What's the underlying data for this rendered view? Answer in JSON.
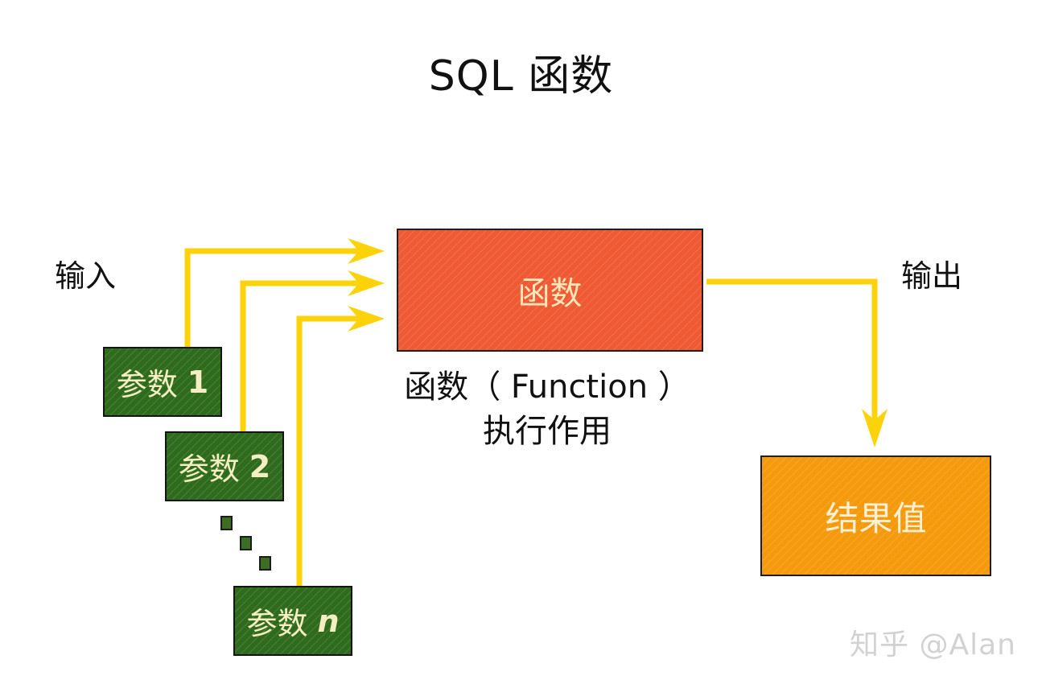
{
  "title": "SQL 函数",
  "labels": {
    "input": "输入",
    "output": "输出"
  },
  "function_box": {
    "label": "函数",
    "color": "#ef5a35"
  },
  "description": {
    "line1": "函数（ Function ）",
    "line2": "执行作用"
  },
  "params": [
    {
      "label": "参数",
      "index": "1"
    },
    {
      "label": "参数",
      "index": "2"
    },
    {
      "label": "参数",
      "index": "n"
    }
  ],
  "result_box": {
    "label": "结果值",
    "color": "#f59a0d"
  },
  "colors": {
    "arrow": "#fcd20a",
    "param_box": "#2f6b1d"
  },
  "watermark": "知乎 @Alan"
}
